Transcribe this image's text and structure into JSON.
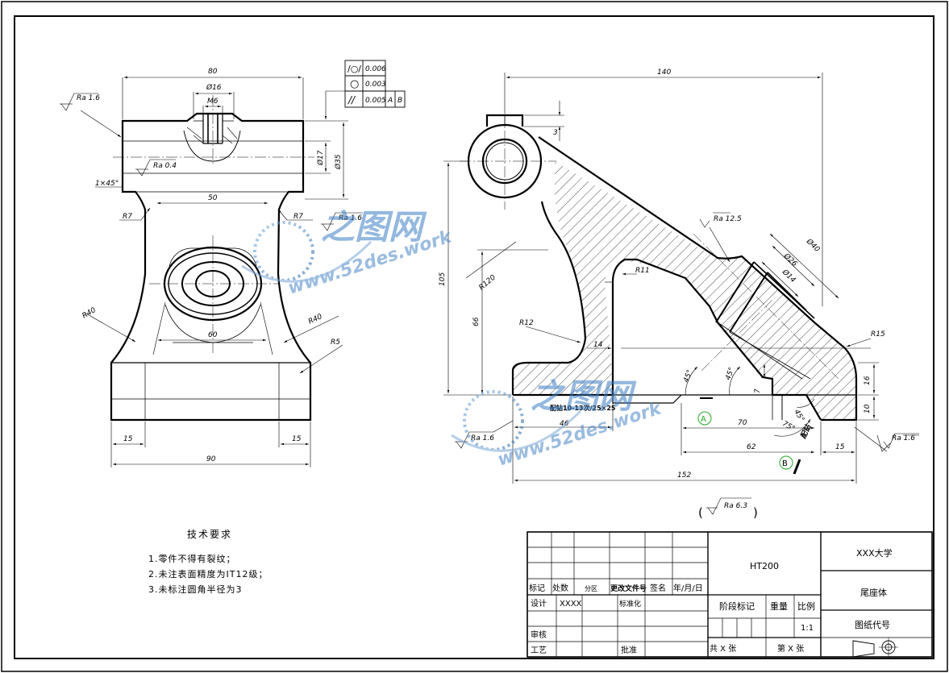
{
  "front_view": {
    "dim_80": "80",
    "dim_phi16": "Ø16",
    "dim_m6": "M6",
    "dim_phi17": "Ø17",
    "dim_phi35": "Ø35",
    "dim_50": "50",
    "dim_60": "60",
    "dim_90": "90",
    "dim_15_left": "15",
    "dim_15_right": "15",
    "dim_r7_left": "R7",
    "dim_r7_right": "R7",
    "dim_r40_left": "R40",
    "dim_r40_right": "R40",
    "dim_r5": "R5",
    "chamfer": "1×45°",
    "ra_top": "Ra 1.6",
    "ra_bore": "Ra 0.4",
    "ra_right": "Ra 1.6"
  },
  "tolerance_frame": [
    {
      "symbol": "/○/",
      "value": "0.006",
      "datums": []
    },
    {
      "symbol": "○",
      "value": "0.003",
      "datums": []
    },
    {
      "symbol": "//",
      "value": "0.005",
      "datums": [
        "A",
        "B"
      ]
    }
  ],
  "side_view": {
    "dim_140": "140",
    "dim_3": "3",
    "dim_105": "105",
    "dim_66": "66",
    "dim_r120": "R120",
    "dim_r11": "R11",
    "dim_r12": "R12",
    "dim_14": "14",
    "dim_46": "46",
    "dim_70": "70",
    "dim_62": "62",
    "dim_152": "152",
    "dim_15": "15",
    "dim_16": "16",
    "dim_10": "10",
    "dim_7": "7",
    "dim_r15": "R15",
    "dim_phi40": "Ø40",
    "dim_phi26": "Ø26",
    "dim_phi14": "Ø14",
    "angle_45_a": "45°",
    "angle_45_b": "45°",
    "angle_45_c": "45°",
    "angle_75": "75°",
    "ra_12_5": "Ra 12.5",
    "ra_left": "Ra 1.6",
    "ra_right": "Ra 1.6",
    "pin_note": "配钻10-13次/25×25",
    "label_a": "A",
    "label_b": "B",
    "side_note": "配钻"
  },
  "general_roughness": "Ra 6.3",
  "tech_requirements": {
    "title": "技术要求",
    "items": [
      "1.零件不得有裂纹；",
      "2.未注表面精度为IT12级；",
      "3.未标注圆角半径为3"
    ]
  },
  "title_block": {
    "material": "HT200",
    "university": "XXX大学",
    "part_name": "尾座体",
    "drawing_code_label": "图纸代号",
    "h_mark": "标记",
    "h_count": "处数",
    "h_zone": "分区",
    "h_doc": "更改文件号",
    "h_sign": "签名",
    "h_date": "年/月/日",
    "design": "设计",
    "designer": "XXXX",
    "standard": "标准化",
    "stage": "阶段标记",
    "weight": "重量",
    "scale_label": "比例",
    "scale": "1:1",
    "review": "审核",
    "process": "工艺",
    "approve": "批准",
    "total_sheets": "共 X 张",
    "sheet_no": "第 X 张"
  },
  "watermark": {
    "brand": "之图网",
    "url": "www.52des.work"
  }
}
